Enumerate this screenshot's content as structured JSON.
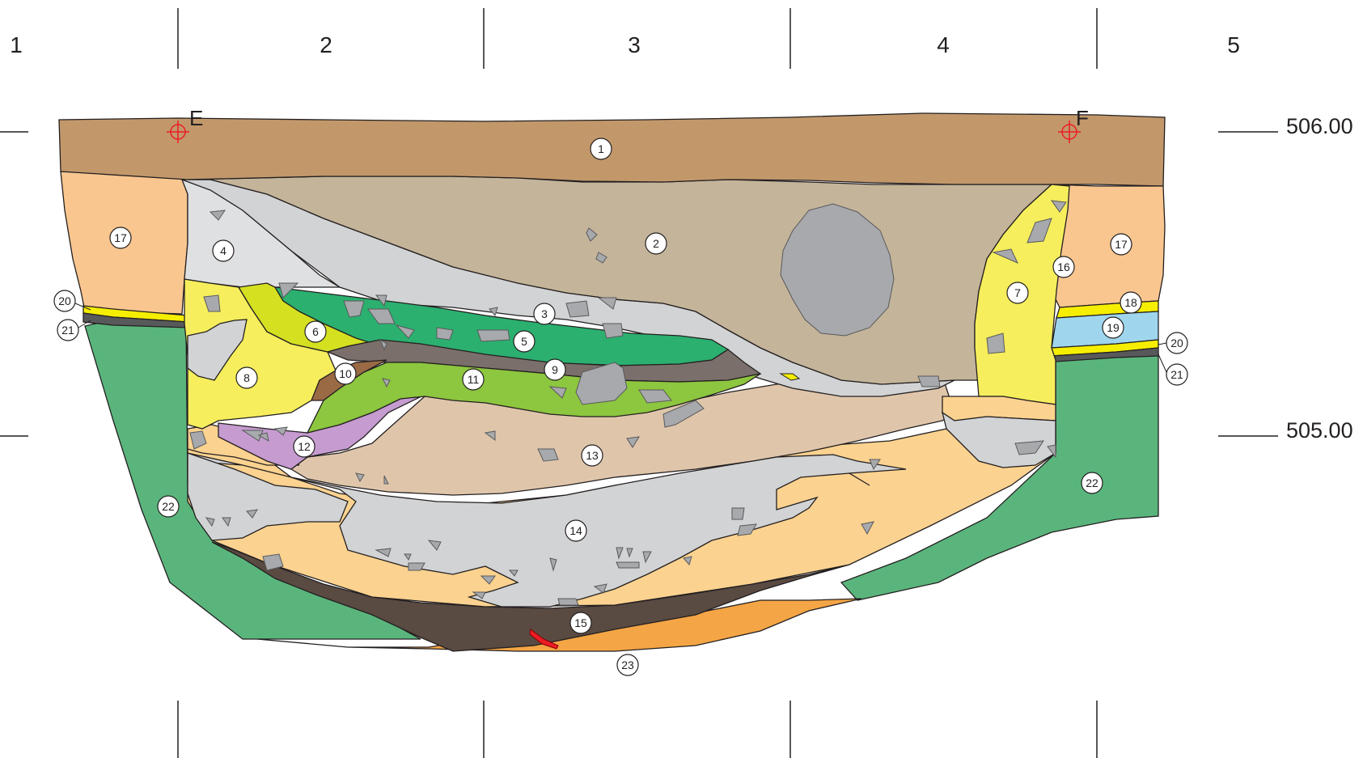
{
  "grid": {
    "columns": [
      "1",
      "2",
      "3",
      "4",
      "5"
    ]
  },
  "elevations": [
    "506.00",
    "505.00"
  ],
  "points": {
    "left": "E",
    "right": "F"
  },
  "layers": [
    "1",
    "2",
    "3",
    "4",
    "5",
    "6",
    "7",
    "8",
    "9",
    "10",
    "11",
    "12",
    "13",
    "14",
    "15",
    "16",
    "17",
    "17",
    "18",
    "19",
    "20",
    "20",
    "21",
    "21",
    "22",
    "22",
    "23"
  ],
  "colors": {
    "topsoil": "#c2986b",
    "layer2": "#c4b49a",
    "grey_fill": "#d1d3d4",
    "stone": "#a7a9ac",
    "layer5": "#2bb06f",
    "layer6": "#d5e021",
    "yellow": "#f6ee5c",
    "layer9": "#7a6f6a",
    "layer10": "#9a6a45",
    "layer11": "#8dc63f",
    "layer12": "#c59bd0",
    "layer13": "#dfc6ab",
    "sand": "#fbd28f",
    "layer15": "#594a42",
    "layer17": "#f9c690",
    "layer19": "#9fd6ee",
    "layer22": "#5ab57c",
    "layer23": "#f4a545",
    "marker": "#ec1c24"
  }
}
